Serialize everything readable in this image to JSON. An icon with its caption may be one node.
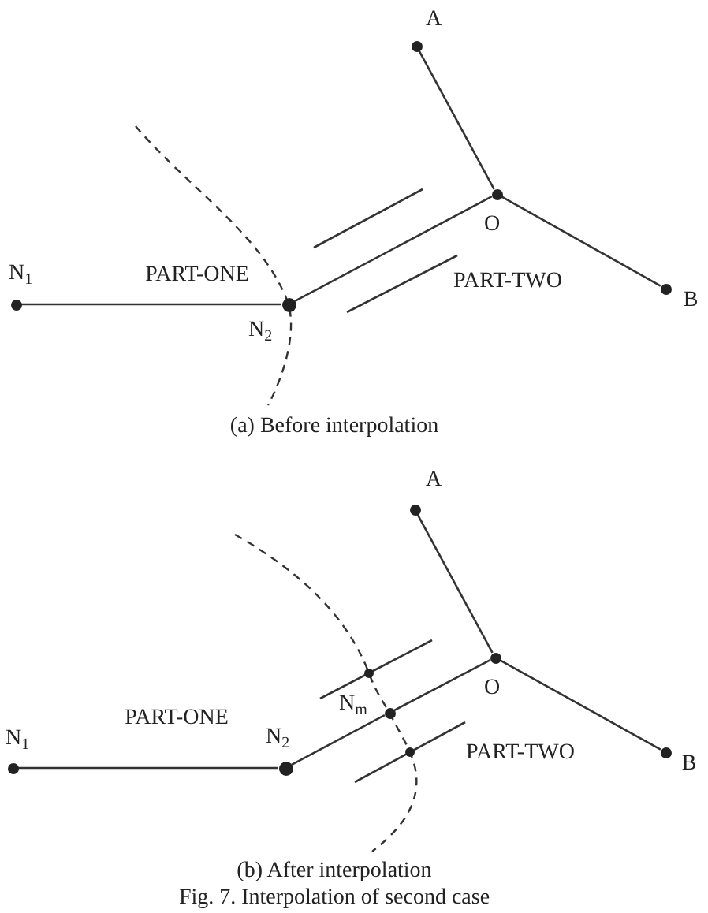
{
  "diagram": {
    "caption": "Fig. 7. Interpolation of second case",
    "nodes": [
      {
        "text": [],
        "shape": "circle",
        "beside": [
          "A"
        ]
      },
      {
        "text": [],
        "shape": "circle",
        "beside": [
          "O"
        ]
      },
      {
        "text": [],
        "shape": "circle",
        "beside": [
          "N$_{1}$"
        ]
      },
      {
        "text": [],
        "shape": "circle",
        "beside": [
          "N$_{2}$"
        ]
      },
      {
        "text": [],
        "shape": "circle",
        "beside": [
          "B"
        ]
      },
      {
        "text": [],
        "shape": "circle",
        "beside": [
          "A"
        ]
      },
      {
        "text": [],
        "shape": "circle",
        "beside": [
          "O"
        ]
      },
      {
        "text": [],
        "shape": "circle",
        "beside": [
          "N$_{1}$"
        ]
      },
      {
        "text": [],
        "shape": "circle",
        "beside": [
          "N$_{2}$"
        ]
      },
      {
        "text": [],
        "shape": "circle"
      },
      {
        "text": [],
        "shape": "circle",
        "beside": [
          "N$_{m}$"
        ]
      },
      {
        "text": [],
        "shape": "circle"
      },
      {
        "text": [],
        "shape": "circle",
        "beside": [
          "B"
        ]
      }
    ],
    "edges": [
      {
        "from": 2,
        "to": 3,
        "arrow": "none"
      },
      {
        "from": 3,
        "to": 1,
        "arrow": "none"
      },
      {
        "from": 1,
        "to": 0,
        "arrow": "none"
      },
      {
        "from": 1,
        "to": 4,
        "arrow": "none"
      },
      {
        "from": 7,
        "to": 8,
        "arrow": "none"
      },
      {
        "from": 8,
        "to": 10,
        "arrow": "none"
      },
      {
        "from": 10,
        "to": 6,
        "arrow": "none"
      },
      {
        "from": 6,
        "to": 5,
        "arrow": "none"
      },
      {
        "from": 6,
        "to": 12,
        "arrow": "none"
      }
    ],
    "labels": [
      "PART-ONE",
      "PART-TWO",
      "(a) Before interpolation",
      "PART-ONE",
      "PART-TWO",
      "(b) After interpolation"
    ]
  }
}
